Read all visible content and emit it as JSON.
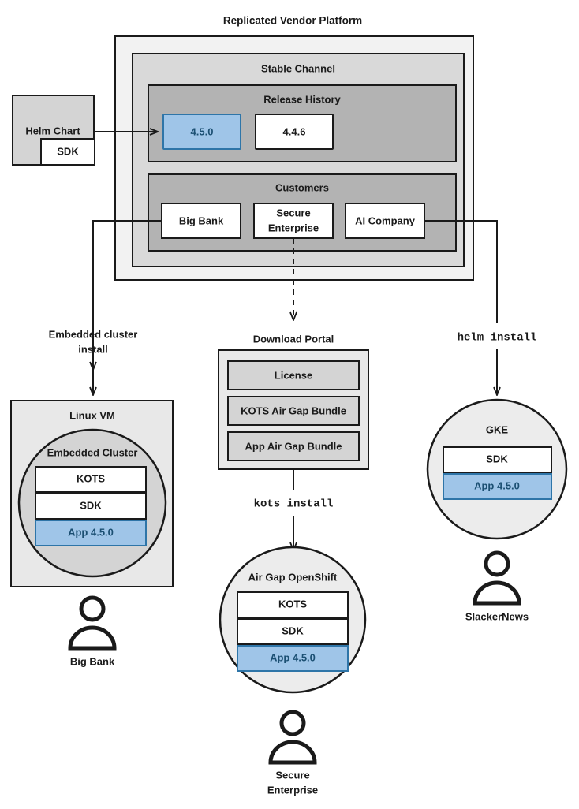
{
  "diagram": {
    "title": "Replicated Vendor Platform",
    "platform": {
      "channel_label": "Stable Channel",
      "release_history": {
        "label": "Release History",
        "releases": [
          {
            "version": "4.5.0",
            "highlighted": true
          },
          {
            "version": "4.4.6",
            "highlighted": false
          }
        ]
      },
      "customers": {
        "label": "Customers",
        "items": [
          {
            "name": "Big Bank"
          },
          {
            "name": "Secure\nEnterprise",
            "line1": "Secure",
            "line2": "Enterprise"
          },
          {
            "name": "AI Company"
          }
        ]
      }
    },
    "source": {
      "helm_chart_label": "Helm Chart",
      "sdk_label": "SDK"
    },
    "edges": [
      {
        "label_line1": "Embedded cluster",
        "label_line2": "install",
        "style": "solid"
      },
      {
        "label_line1": "Download Portal",
        "label_line2": "",
        "style": "dashed"
      },
      {
        "label_line1": "helm install",
        "label_line2": "",
        "style": "solid",
        "mono": true
      },
      {
        "label_line1": "kots install",
        "label_line2": "",
        "style": "solid",
        "mono": true
      }
    ],
    "download_portal": {
      "label": "Download Portal",
      "artifacts": [
        "License",
        "KOTS Air Gap Bundle",
        "App Air Gap Bundle"
      ],
      "install_command": "kots install"
    },
    "targets": [
      {
        "id": "linux-vm",
        "container_label": "Linux VM",
        "inner_label": "Embedded Cluster",
        "components": [
          {
            "label": "KOTS",
            "highlighted": false
          },
          {
            "label": "SDK",
            "highlighted": false
          },
          {
            "label": "App 4.5.0",
            "highlighted": true
          }
        ],
        "persona": "Big Bank",
        "incoming_label_line1": "Embedded cluster",
        "incoming_label_line2": "install"
      },
      {
        "id": "air-gap-openshift",
        "container_label": "",
        "inner_label": "Air Gap OpenShift",
        "components": [
          {
            "label": "KOTS",
            "highlighted": false
          },
          {
            "label": "SDK",
            "highlighted": false
          },
          {
            "label": "App 4.5.0",
            "highlighted": true
          }
        ],
        "persona_line1": "Secure",
        "persona_line2": "Enterprise",
        "incoming_label_line1": "kots install",
        "incoming_label_line2": ""
      },
      {
        "id": "gke",
        "container_label": "",
        "inner_label": "GKE",
        "components": [
          {
            "label": "SDK",
            "highlighted": false
          },
          {
            "label": "App 4.5.0",
            "highlighted": true
          }
        ],
        "persona": "SlackerNews",
        "incoming_label_line1": "helm install",
        "incoming_label_line2": ""
      }
    ],
    "colors": {
      "accent_blue_fill": "#9fc5e8",
      "accent_blue_stroke": "#2e75a8",
      "accent_blue_text": "#1b4f72",
      "outer_fill": "#f2f2f2",
      "channel_fill": "#d9d9d9",
      "group_fill": "#b3b3b3",
      "stroke": "#1a1a1a"
    }
  }
}
